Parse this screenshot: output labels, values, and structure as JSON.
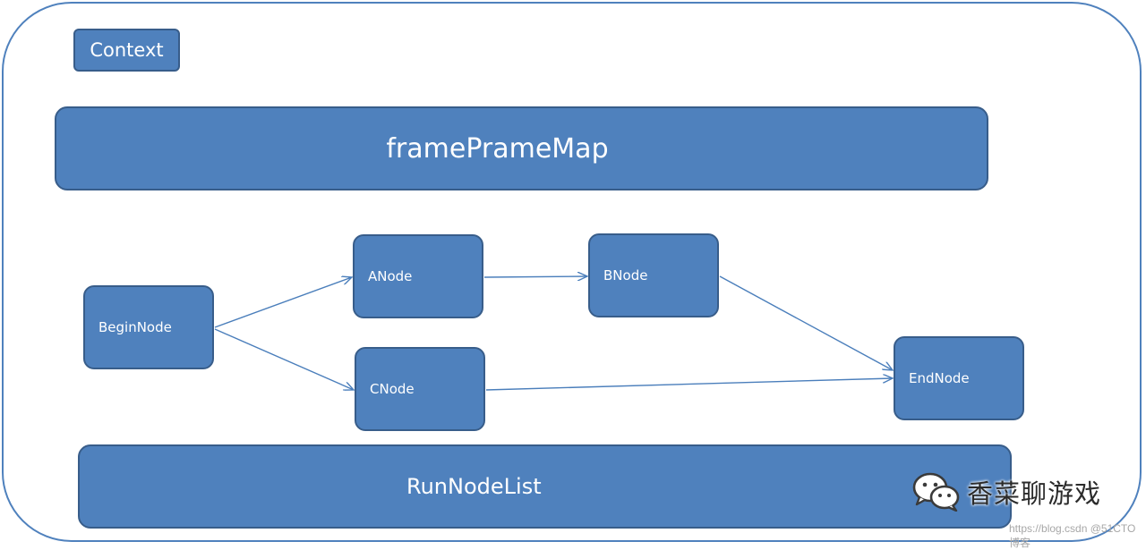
{
  "diagram": {
    "context_label": "Context",
    "map_label": "framePrameMap",
    "list_label": "RunNodeList",
    "nodes": {
      "begin": "BeginNode",
      "a": "ANode",
      "b": "BNode",
      "c": "CNode",
      "end": "EndNode"
    }
  },
  "watermark": {
    "title": "香菜聊游戏",
    "source": "https://blog.csdn @51CTO博客",
    "icon": "wechat-icon"
  },
  "colors": {
    "box_fill": "#4f81bd",
    "box_border": "#385d8a",
    "outline": "#4f81bd",
    "arrow": "#4a7ebb"
  }
}
